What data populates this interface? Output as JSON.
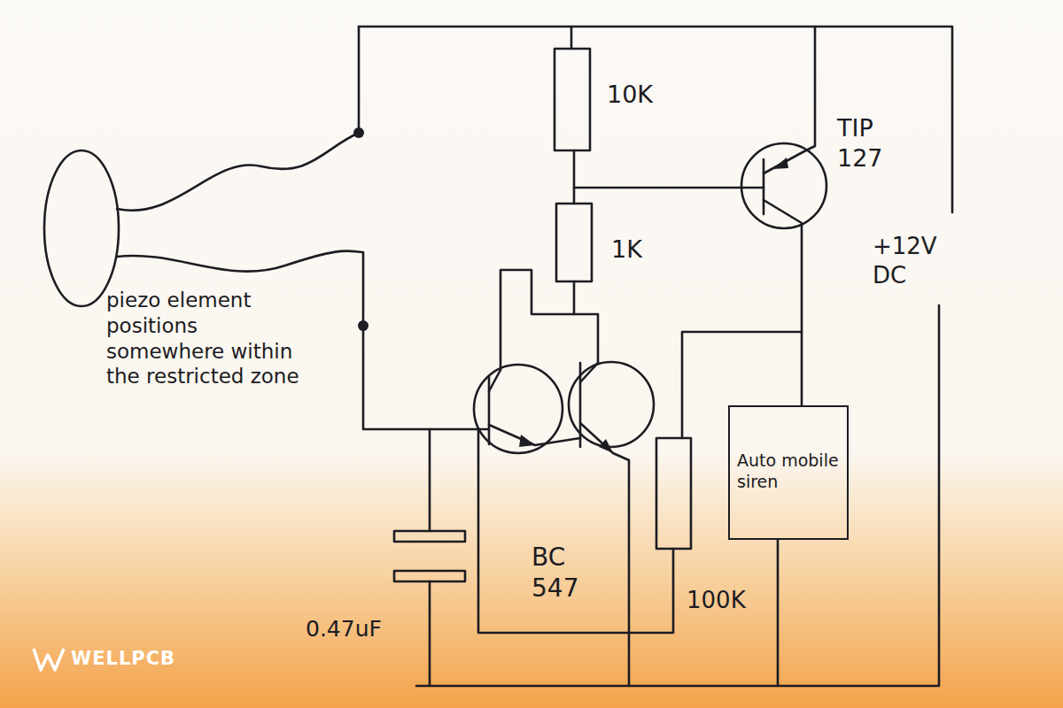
{
  "diagram": {
    "nodes": [
      {
        "text": [
          "Auto mobile siren"
        ]
      }
    ],
    "labels": [
      "10K",
      "TIP 127",
      "1K",
      "+12V DC",
      "piezo element positions somewhere within the restricted zone",
      "BC 547",
      "0.47uF",
      "100K",
      "WELLPCB"
    ]
  }
}
